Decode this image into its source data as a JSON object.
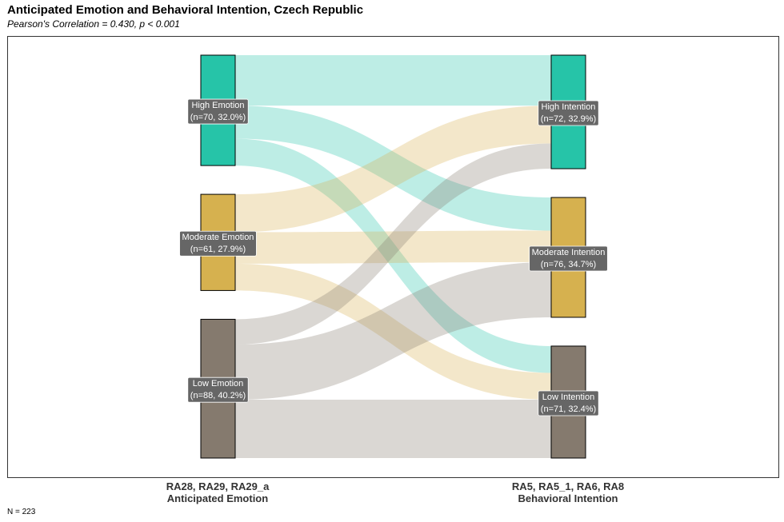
{
  "title": "Anticipated Emotion and Behavioral Intention, Czech Republic",
  "subtitle": "Pearson's Correlation = 0.430, p < 0.001",
  "footnote": "N = 223",
  "chart_data": {
    "type": "sankey",
    "title": "Anticipated Emotion and Behavioral Intention, Czech Republic",
    "subtitle": "Pearson's Correlation = 0.430, p < 0.001",
    "total_n": 223,
    "axes": [
      {
        "code": "RA28, RA29, RA29_a",
        "name": "Anticipated Emotion"
      },
      {
        "code": "RA5, RA5_1, RA6, RA8",
        "name": "Behavioral Intention"
      }
    ],
    "colors": {
      "high": "#26c4a8",
      "moderate": "#d6b14f",
      "low": "#857a6e"
    },
    "left_nodes": [
      {
        "key": "high",
        "label": "High Emotion",
        "stat": "(n=70, 32.0%)",
        "n": 70,
        "pct": 32.0
      },
      {
        "key": "moderate",
        "label": "Moderate Emotion",
        "stat": "(n=61, 27.9%)",
        "n": 61,
        "pct": 27.9
      },
      {
        "key": "low",
        "label": "Low Emotion",
        "stat": "(n=88, 40.2%)",
        "n": 88,
        "pct": 40.2
      }
    ],
    "right_nodes": [
      {
        "key": "high",
        "label": "High Intention",
        "stat": "(n=72, 32.9%)",
        "n": 72,
        "pct": 32.9
      },
      {
        "key": "moderate",
        "label": "Moderate Intention",
        "stat": "(n=76, 34.7%)",
        "n": 76,
        "pct": 34.7
      },
      {
        "key": "low",
        "label": "Low Intention",
        "stat": "(n=71, 32.4%)",
        "n": 71,
        "pct": 32.4
      }
    ],
    "flows": [
      {
        "from": "high",
        "to": "high",
        "value": 32
      },
      {
        "from": "high",
        "to": "moderate",
        "value": 21
      },
      {
        "from": "high",
        "to": "low",
        "value": 17
      },
      {
        "from": "moderate",
        "to": "high",
        "value": 24
      },
      {
        "from": "moderate",
        "to": "moderate",
        "value": 20
      },
      {
        "from": "moderate",
        "to": "low",
        "value": 17
      },
      {
        "from": "low",
        "to": "high",
        "value": 16
      },
      {
        "from": "low",
        "to": "moderate",
        "value": 35
      },
      {
        "from": "low",
        "to": "low",
        "value": 37
      }
    ]
  }
}
